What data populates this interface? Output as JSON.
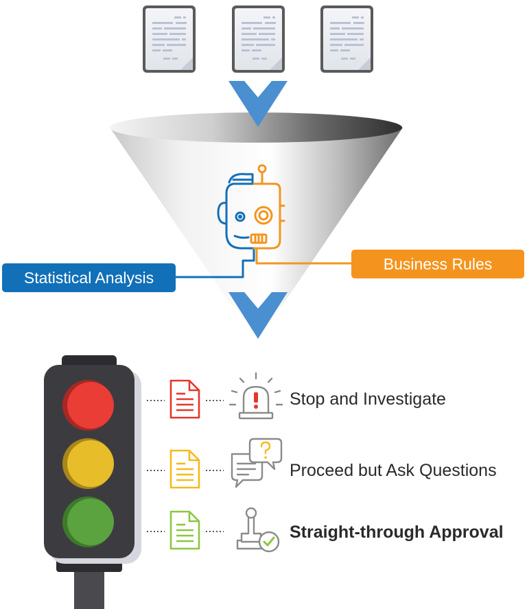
{
  "labels": {
    "statistical_analysis": "Statistical Analysis",
    "business_rules": "Business Rules"
  },
  "outcomes": [
    {
      "label": "Stop and Investigate",
      "light": "red",
      "doc_color": "#e5352c",
      "icon": "alarm-light-icon"
    },
    {
      "label": "Proceed but Ask Questions",
      "light": "yellow",
      "doc_color": "#f6b91a",
      "icon": "question-chat-icon"
    },
    {
      "label": "Straight-through Approval",
      "light": "green",
      "doc_color": "#8cc63f",
      "icon": "approval-stamp-icon"
    }
  ],
  "colors": {
    "accent_blue": "#1170b8",
    "arrow_blue": "#4a8fd0",
    "accent_orange": "#f4941e",
    "red_light": "#ea3d36",
    "yellow_light": "#e7bd2a",
    "green_light": "#5ba33f",
    "traffic_light_body": "#3c3c40"
  }
}
